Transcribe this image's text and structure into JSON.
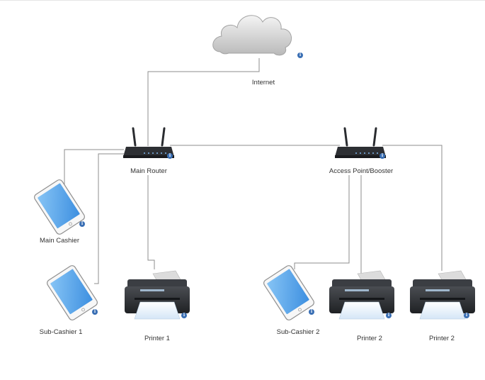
{
  "nodes": {
    "internet": {
      "label": "Internet",
      "icon": "cloud-icon"
    },
    "main_router": {
      "label": "Main Router",
      "icon": "router-icon"
    },
    "access_point": {
      "label": "Access Point/Booster",
      "icon": "router-icon"
    },
    "main_cashier": {
      "label": "Main Cashier",
      "icon": "tablet-icon"
    },
    "sub_cashier_1": {
      "label": "Sub-Cashier 1",
      "icon": "tablet-icon"
    },
    "printer_1": {
      "label": "Printer 1",
      "icon": "printer-icon"
    },
    "sub_cashier_2": {
      "label": "Sub-Cashier 2",
      "icon": "tablet-icon"
    },
    "printer_2a": {
      "label": "Printer 2",
      "icon": "printer-icon"
    },
    "printer_2b": {
      "label": "Printer 2",
      "icon": "printer-icon"
    }
  },
  "info_badge": "i",
  "colors": {
    "line": "#8c8c8c",
    "info": "#3a6fb4",
    "tablet_screen": "#5aa7ea",
    "device_body": "#2d2f33"
  }
}
